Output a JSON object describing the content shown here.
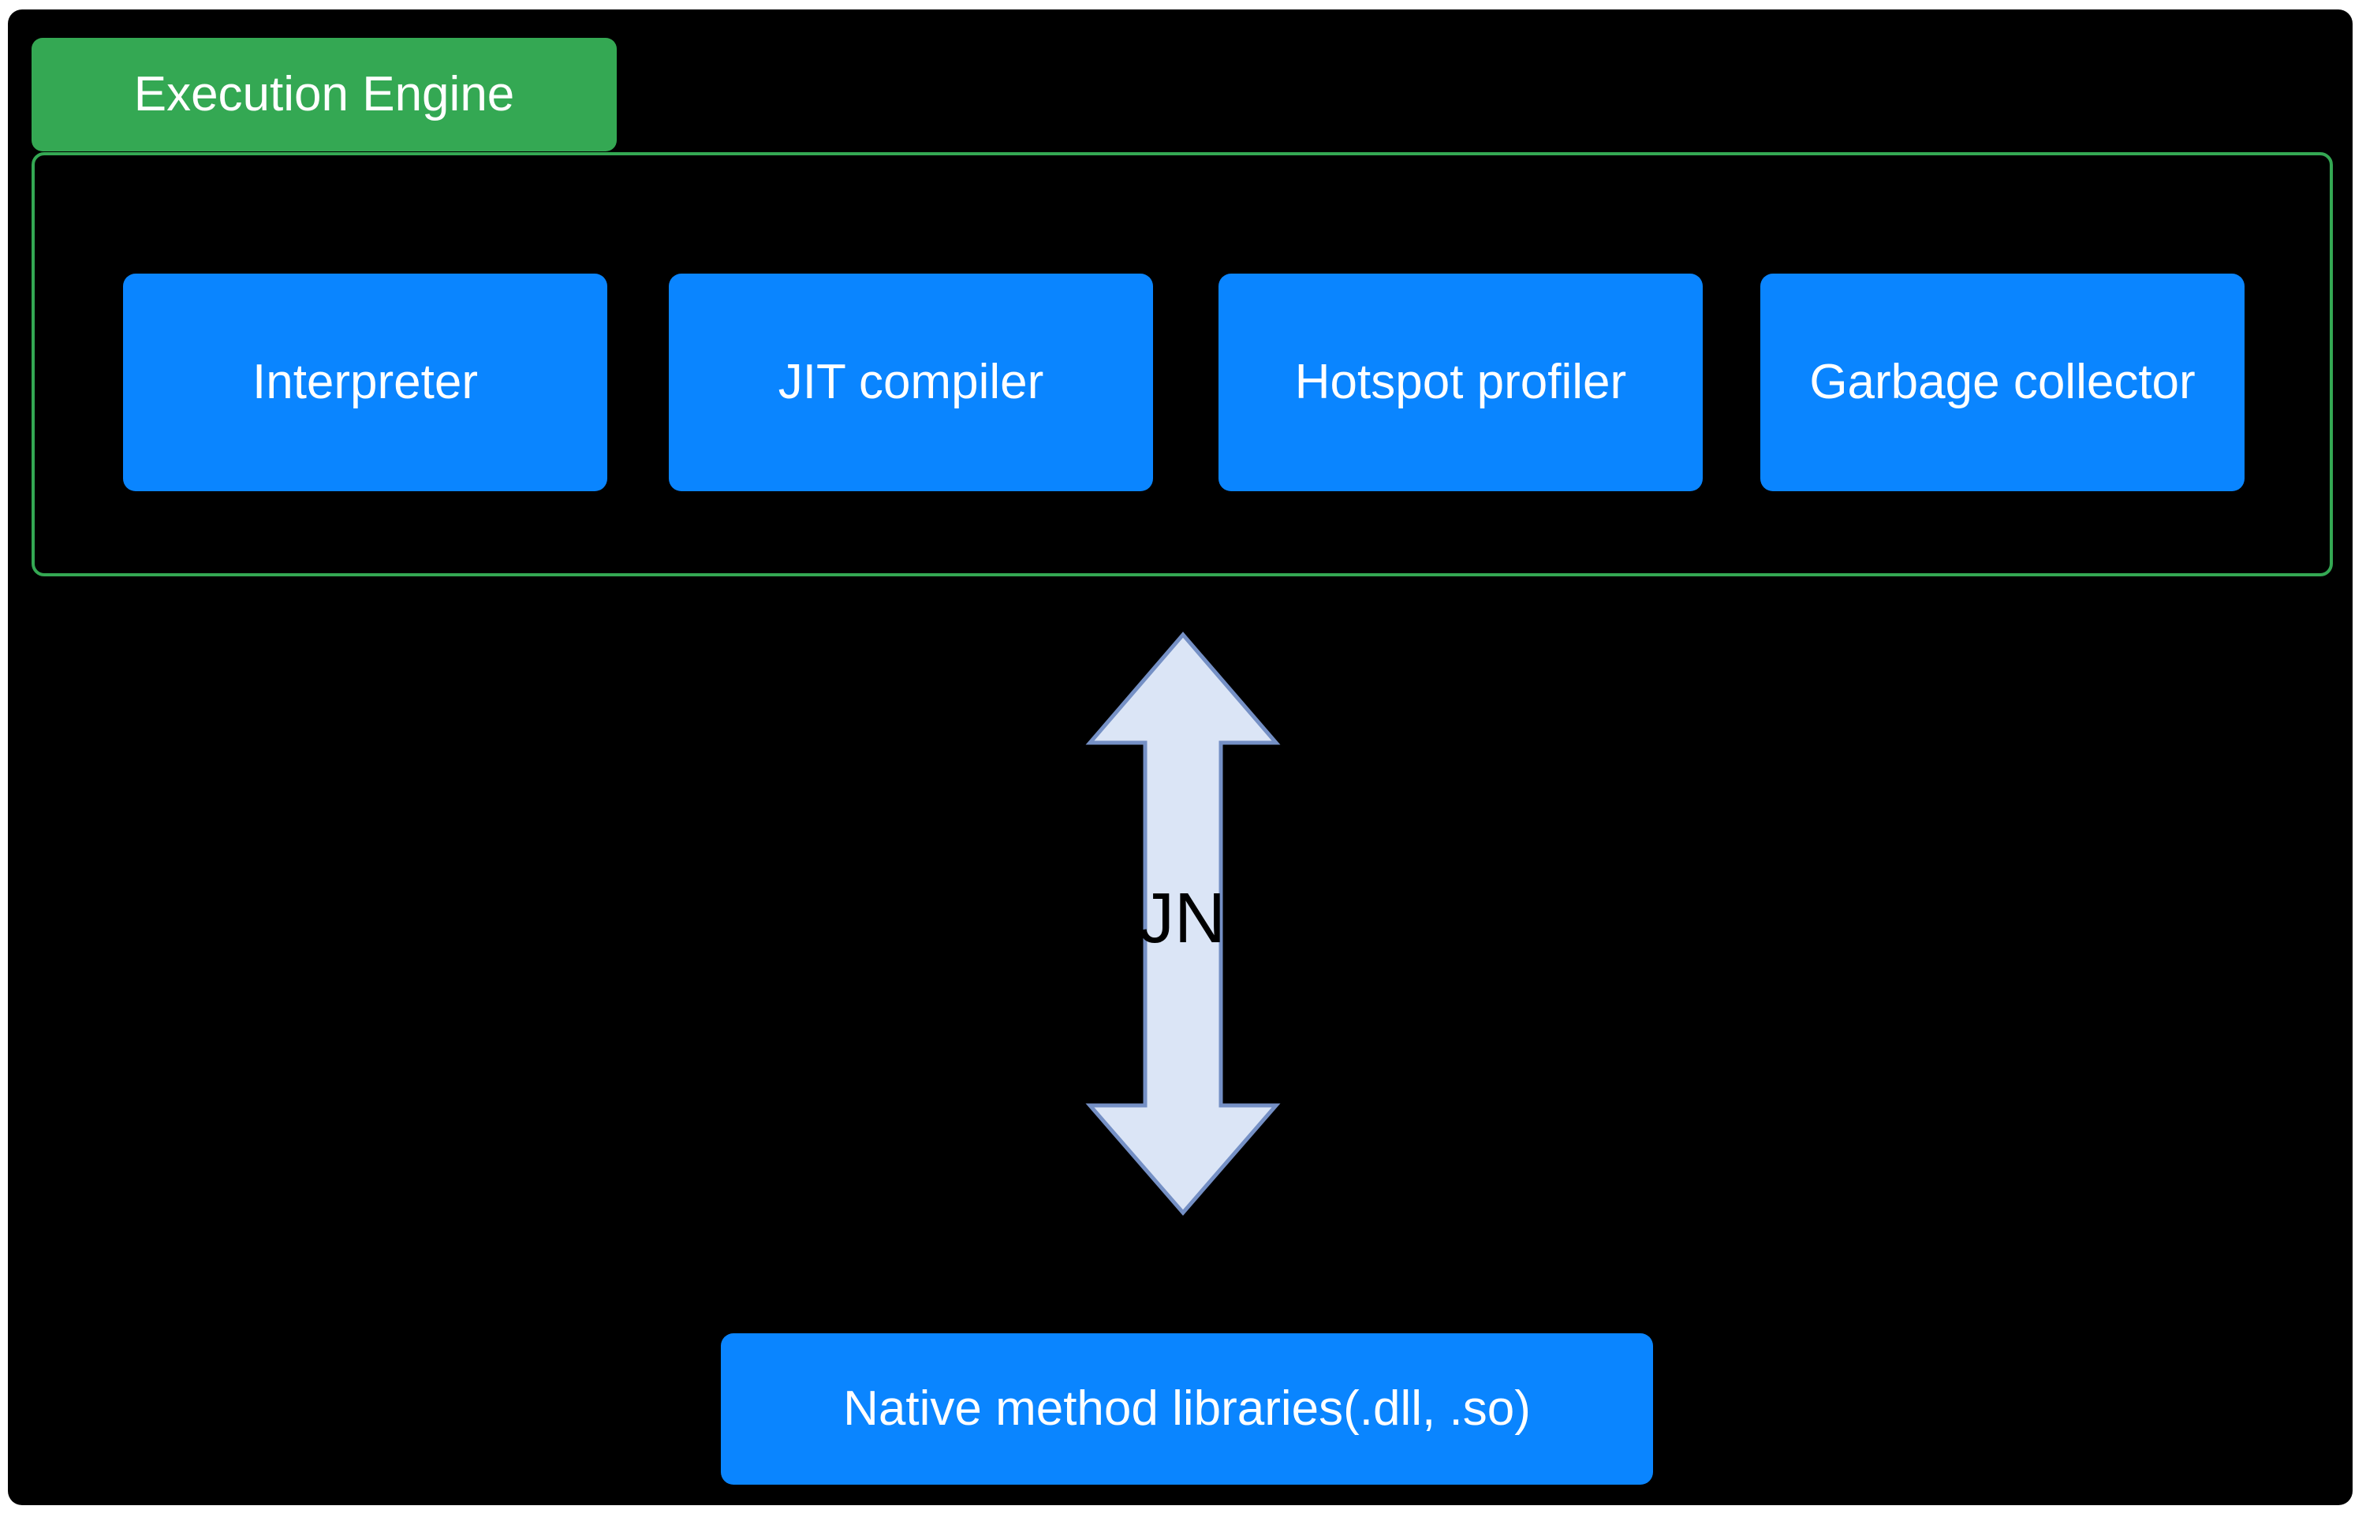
{
  "colors": {
    "page_bg": "#ffffff",
    "canvas_bg": "#000000",
    "green": "#34a853",
    "blue": "#0a85ff",
    "arrow_fill": "#dbe5f6",
    "arrow_stroke": "#7590c5",
    "label_text": "#ffffff",
    "jni_text": "#000000"
  },
  "execution_engine": {
    "label": "Execution Engine"
  },
  "engine_components": [
    {
      "label": "Interpreter"
    },
    {
      "label": "JIT compiler"
    },
    {
      "label": "Hotspot profiler"
    },
    {
      "label": "Garbage collector"
    }
  ],
  "jni": {
    "visible_label": "JN"
  },
  "native_methods": {
    "label": "Native method libraries(.dll, .so)"
  }
}
